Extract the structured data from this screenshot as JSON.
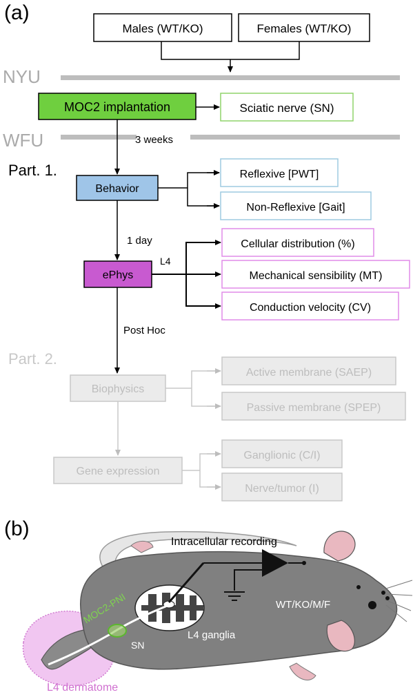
{
  "panel_a": {
    "label": "(a)",
    "source_boxes": [
      "Males (WT/KO)",
      "Females (WT/KO)"
    ],
    "site_nyu": "NYU",
    "site_wfu": "WFU",
    "implant_label": "MOC2 implantation",
    "implant_target": "Sciatic nerve (SN)",
    "interval_1": "3 weeks",
    "part1_label": "Part. 1.",
    "behavior_label": "Behavior",
    "behavior_outcomes": [
      "Reflexive [PWT]",
      "Non-Reflexive [Gait]"
    ],
    "interval_2": "1 day",
    "ephys_label": "ePhys",
    "ephys_level": "L4",
    "ephys_outcomes": [
      "Cellular distribution (%)",
      "Mechanical sensibility (MT)",
      "Conduction velocity (CV)"
    ],
    "interval_3": "Post Hoc",
    "part2_label": "Part. 2.",
    "biophysics_label": "Biophysics",
    "biophysics_outcomes": [
      "Active membrane (SAEP)",
      "Passive membrane (SPEP)"
    ],
    "gene_label": "Gene expression",
    "gene_outcomes": [
      "Ganglionic (C/I)",
      "Nerve/tumor (I)"
    ],
    "colors": {
      "implant_fill": "#6fcf3f",
      "behavior_fill": "#9fc5e8",
      "ephys_fill": "#c85ad0",
      "green_border": "#8fd46a",
      "blue_border": "#9ecae1",
      "pink_border": "#e18be8",
      "grey": "#bdbdbd"
    }
  },
  "panel_b": {
    "label": "(b)",
    "recording_label": "Intracellular recording",
    "genotype_label": "WT/KO/M/F",
    "moc2_label": "MOC2-PNI",
    "sn_label": "SN",
    "ganglia_label": "L4 ganglia",
    "dermatome_label": "L4 dermatome",
    "colors": {
      "body": "#808080",
      "dermatome": "#e8a0e8",
      "nerve": "#ffffff"
    }
  }
}
